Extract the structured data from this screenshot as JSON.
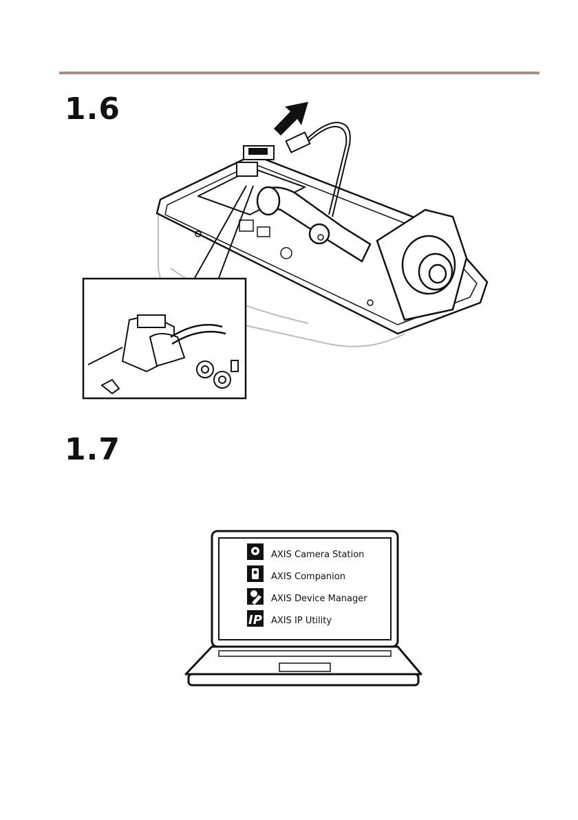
{
  "steps": {
    "first": "1.6",
    "second": "1.7"
  },
  "software_list": [
    {
      "label": "AXIS Camera Station",
      "icon": "camera-station-icon"
    },
    {
      "label": "AXIS Companion",
      "icon": "companion-icon"
    },
    {
      "label": "AXIS Device Manager",
      "icon": "device-manager-icon"
    },
    {
      "label": "AXIS IP Utility",
      "icon": "ip-utility-icon"
    }
  ],
  "ip_icon_text": "IP",
  "colors": {
    "rule": "#a58f84",
    "line": "#111111",
    "housing_gray": "#bdbdbd"
  }
}
